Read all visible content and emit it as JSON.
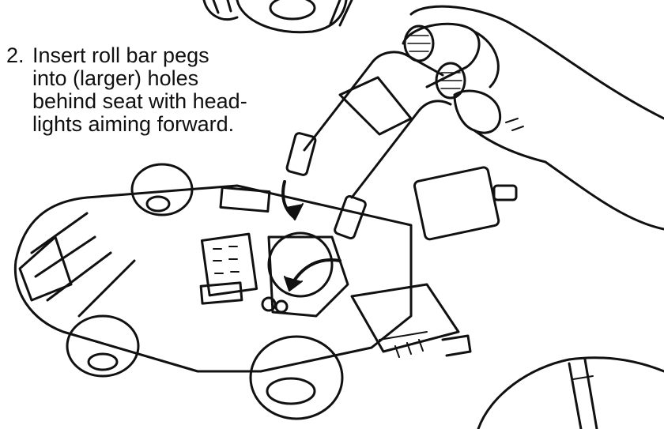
{
  "instruction": {
    "step_number": "2.",
    "lines": [
      "Insert roll bar pegs",
      "into (larger) holes",
      "behind seat with head-",
      "lights aiming forward."
    ]
  },
  "colors": {
    "ink": "#111111",
    "paper": "#ffffff"
  },
  "icons": [
    "hand",
    "roll-bar",
    "buggy-chassis",
    "insert-arrow",
    "tool-inset"
  ]
}
